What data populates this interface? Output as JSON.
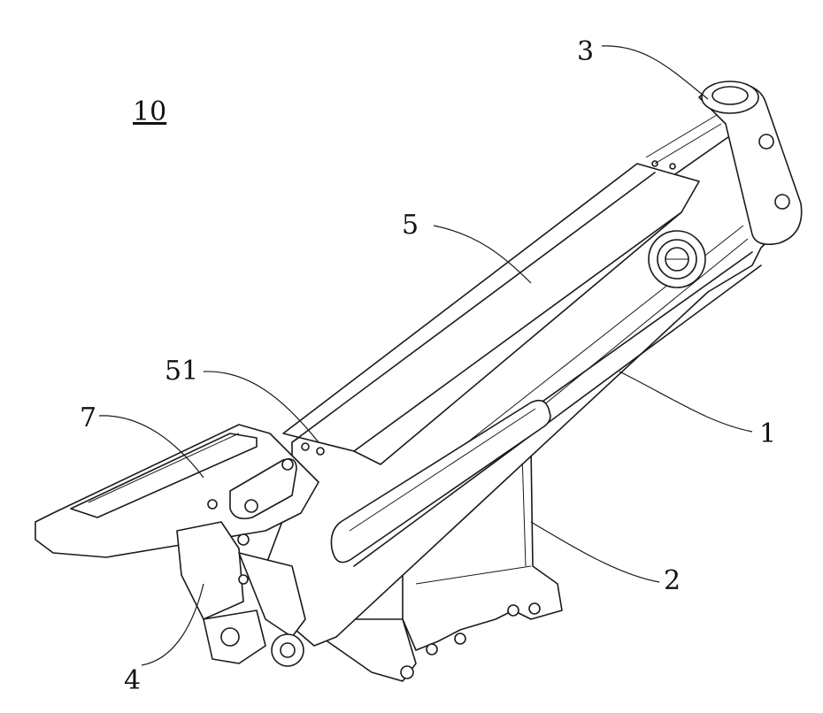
{
  "figure_number": "10",
  "labels": {
    "part_1": "1",
    "part_2": "2",
    "part_3": "3",
    "part_4": "4",
    "part_5": "5",
    "part_51": "51",
    "part_7": "7"
  }
}
